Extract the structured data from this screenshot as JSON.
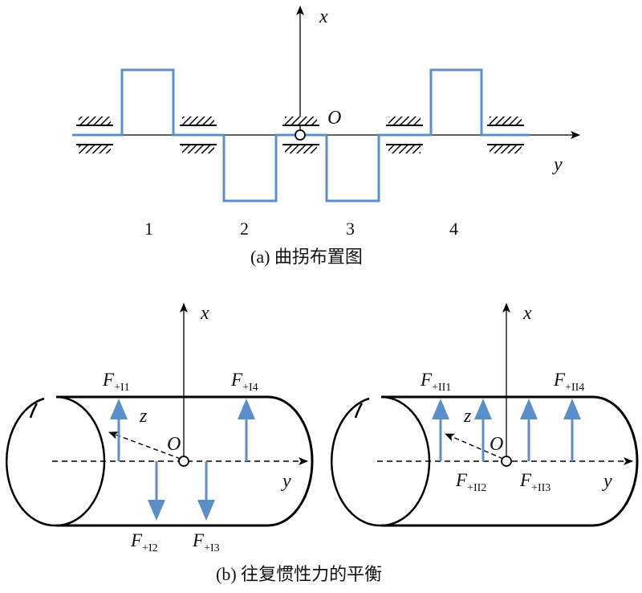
{
  "diagram_a": {
    "caption": "(a) 曲拐布置图",
    "axis_x": "x",
    "axis_y": "y",
    "origin": "O",
    "crank_labels": [
      "1",
      "2",
      "3",
      "4"
    ],
    "line_color": "#5B8FC9"
  },
  "diagram_b": {
    "caption": "(b) 往复惯性力的平衡",
    "left": {
      "axis_x": "x",
      "axis_y": "y",
      "axis_z": "z",
      "origin": "O",
      "forces": [
        {
          "main": "F",
          "sub": "+I1"
        },
        {
          "main": "F",
          "sub": "+I2"
        },
        {
          "main": "F",
          "sub": "+I3"
        },
        {
          "main": "F",
          "sub": "+I4"
        }
      ]
    },
    "right": {
      "axis_x": "x",
      "axis_y": "y",
      "axis_z": "z",
      "origin": "O",
      "forces": [
        {
          "main": "F",
          "sub": "+II1"
        },
        {
          "main": "F",
          "sub": "+II2"
        },
        {
          "main": "F",
          "sub": "+II3"
        },
        {
          "main": "F",
          "sub": "+II4"
        }
      ]
    },
    "arrow_color": "#5B8FC9"
  }
}
